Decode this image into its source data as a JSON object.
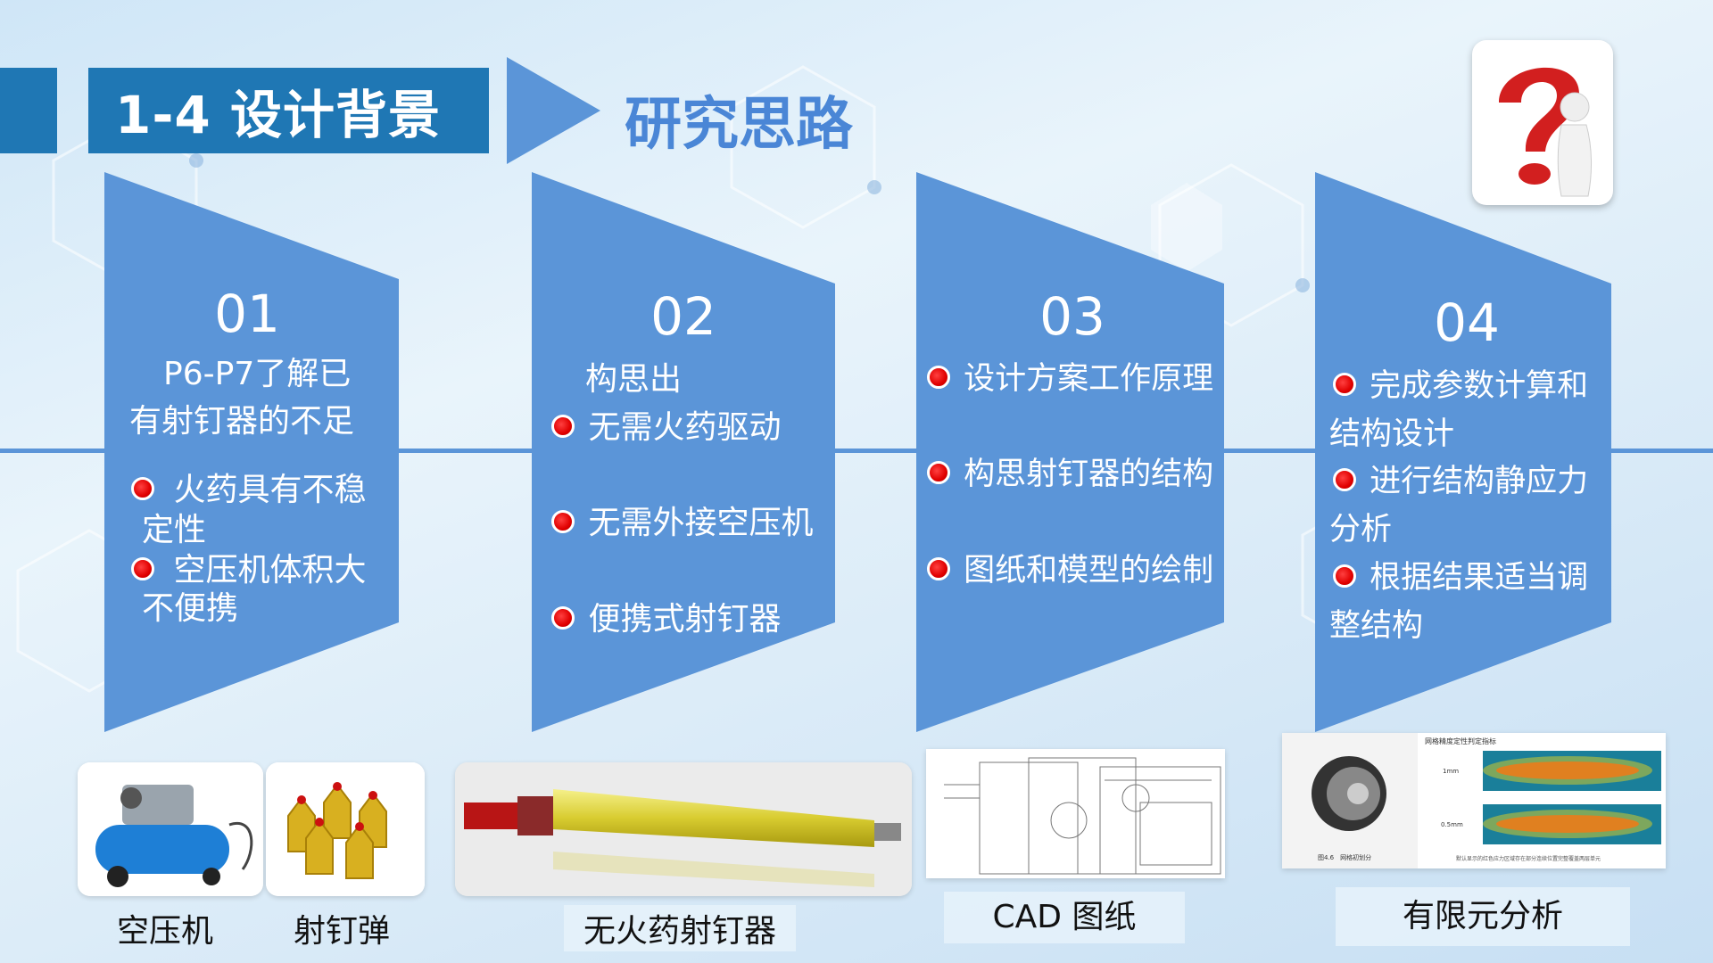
{
  "header": {
    "title": "1-4 设计背景",
    "subtitle": "研究思路"
  },
  "steps": [
    {
      "num": "01",
      "lines": [
        "P6-P7了解已",
        "有射钉器的不足",
        "火药具有不稳",
        "定性",
        "空压机体积大",
        "不便携"
      ]
    },
    {
      "num": "02",
      "lines": [
        "构思出",
        "无需火药驱动",
        "无需外接空压机",
        "便携式射钉器"
      ]
    },
    {
      "num": "03",
      "lines": [
        "设计方案工作原理",
        "构思射钉器的结构",
        "图纸和模型的绘制"
      ]
    },
    {
      "num": "04",
      "lines": [
        "完成参数计算和",
        "结构设计",
        "进行结构静应力",
        "分析",
        "根据结果适当调",
        "整结构"
      ]
    }
  ],
  "captions": {
    "compressor": "空压机",
    "cartridge": "射钉弹",
    "tool": "无火药射钉器",
    "cad": "CAD 图纸",
    "fea": "有限元分析"
  },
  "fea_labels": {
    "title": "网格精度定性判定指标",
    "mesh1": "1mm",
    "mesh2": "0.5mm",
    "fig": "图4.6　网格初划分",
    "note": "默认显示的红色应力区域存在部分连续位置完整覆盖两层单元"
  },
  "colors": {
    "accent": "#1f77b4",
    "panel": "#5b95d8",
    "dot": "#e00000",
    "subtitle": "#4a86d6"
  },
  "icons": {
    "question": "question-mark-figure-icon",
    "bullet": "red-dot-bullet-icon"
  }
}
